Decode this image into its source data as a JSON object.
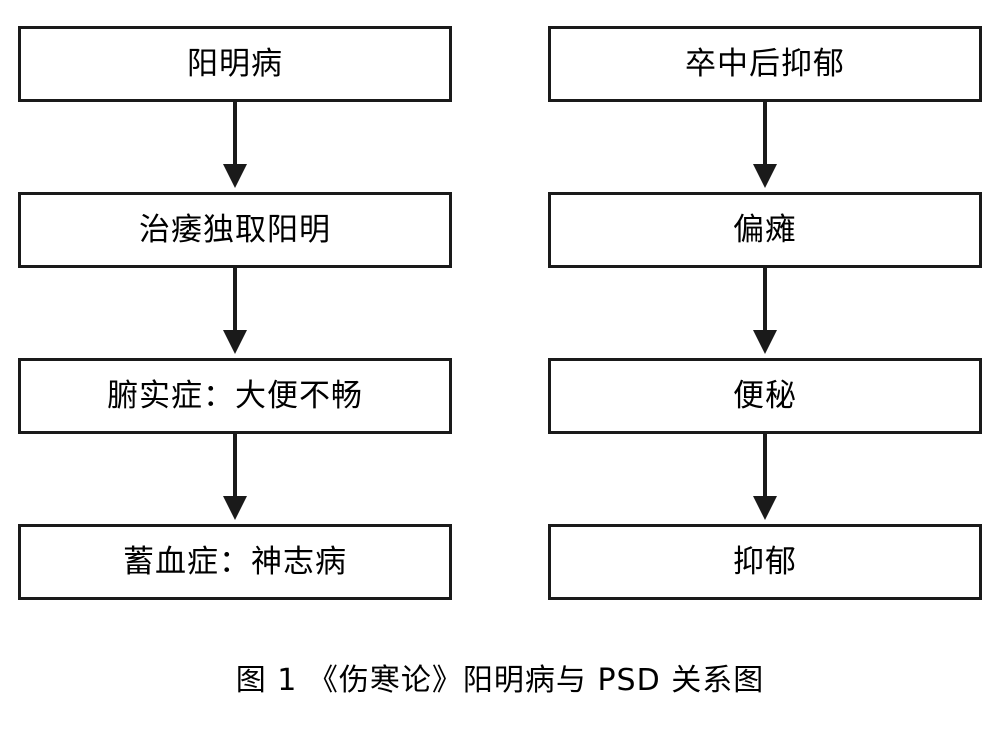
{
  "figure": {
    "caption": "图 1  《伤寒论》阳明病与 PSD 关系图",
    "border_color": "#1a1a1a",
    "background_color": "#ffffff",
    "text_color": "#000000"
  },
  "flows": [
    {
      "name": "shanghanlun-yangming-chain",
      "nodes": [
        {
          "label": "阳明病"
        },
        {
          "label": "治痿独取阳明"
        },
        {
          "label": "腑实症：大便不畅"
        },
        {
          "label": "蓄血症：神志病"
        }
      ],
      "connectors": [
        {
          "type": "arrow-down"
        },
        {
          "type": "arrow-down"
        },
        {
          "type": "arrow-down"
        }
      ]
    },
    {
      "name": "psd-chain",
      "nodes": [
        {
          "label": "卒中后抑郁"
        },
        {
          "label": "偏瘫"
        },
        {
          "label": "便秘"
        },
        {
          "label": "抑郁"
        }
      ],
      "connectors": [
        {
          "type": "arrow-down"
        },
        {
          "type": "arrow-down"
        },
        {
          "type": "arrow-down"
        }
      ]
    }
  ]
}
